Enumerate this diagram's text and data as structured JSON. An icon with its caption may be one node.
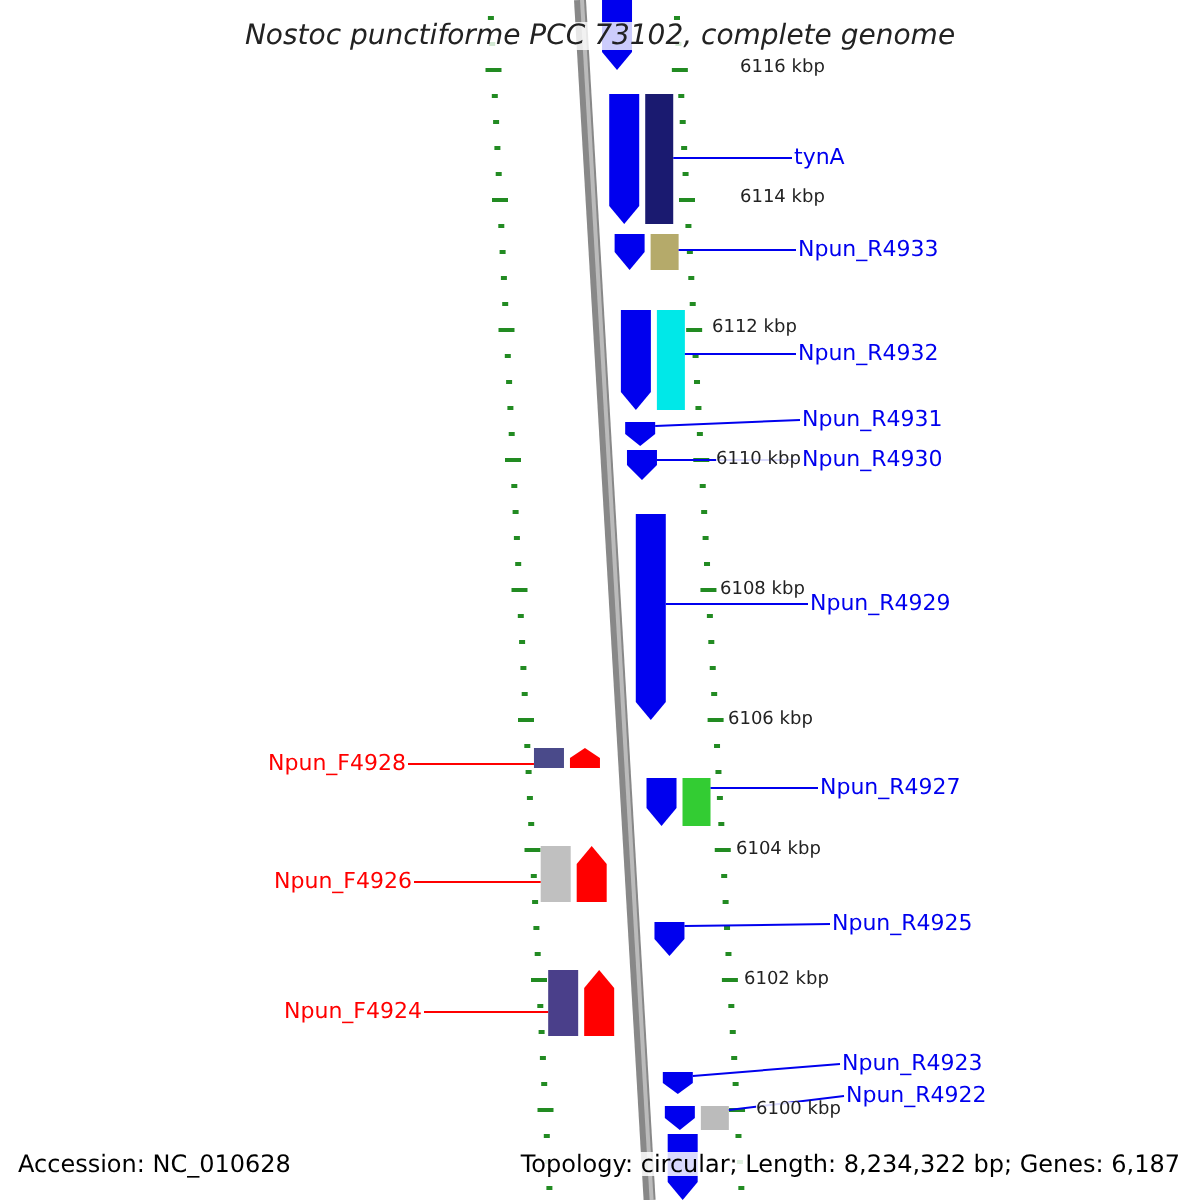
{
  "diagram": {
    "title": "Nostoc punctiforme PCC 73102, complete genome",
    "nodes": [
      {
        "text": [
          "tynA"
        ]
      },
      {
        "text": [
          "Npun_R4933"
        ]
      },
      {
        "text": [
          "Npun_R4932"
        ]
      },
      {
        "text": [
          "Npun_R4931"
        ]
      },
      {
        "text": [
          "Npun_R4930"
        ]
      },
      {
        "text": [
          "Npun_R4929"
        ]
      },
      {
        "text": [
          "Npun_F4928"
        ]
      },
      {
        "text": [
          "Npun_R4927"
        ]
      },
      {
        "text": [
          "Npun_F4926"
        ]
      },
      {
        "text": [
          "Npun_R4925"
        ]
      },
      {
        "text": [
          "Npun_F4924"
        ]
      },
      {
        "text": [
          "Npun_R4923"
        ]
      },
      {
        "text": [
          "Npun_R4922"
        ]
      },
      {
        "text": [],
        "shape": "arrow"
      },
      {
        "text": [],
        "shape": "arrow"
      },
      {
        "text": [],
        "shape": "bar"
      },
      {
        "text": [],
        "shape": "arrow"
      },
      {
        "text": [],
        "shape": "bar"
      },
      {
        "text": [],
        "shape": "arrow"
      },
      {
        "text": [],
        "shape": "bar"
      },
      {
        "text": [],
        "shape": "arrow"
      },
      {
        "text": [],
        "shape": "arrow"
      },
      {
        "text": [],
        "shape": "arrow"
      },
      {
        "text": [],
        "shape": "bar"
      },
      {
        "text": [],
        "shape": "arrow"
      },
      {
        "text": [],
        "shape": "arrow"
      },
      {
        "text": [],
        "shape": "bar"
      },
      {
        "text": [],
        "shape": "bar"
      },
      {
        "text": [],
        "shape": "arrow"
      },
      {
        "text": [],
        "shape": "arrow"
      },
      {
        "text": [],
        "shape": "bar"
      },
      {
        "text": [],
        "shape": "arrow"
      },
      {
        "text": [],
        "shape": "arrow"
      },
      {
        "text": [],
        "shape": "arrow"
      },
      {
        "text": [],
        "shape": "bar"
      },
      {
        "text": [],
        "shape": "arrow"
      }
    ],
    "edges": [
      {
        "from": 0,
        "to": 15,
        "arrow": "none"
      },
      {
        "from": 1,
        "to": 17,
        "arrow": "none"
      },
      {
        "from": 2,
        "to": 19,
        "arrow": "none"
      },
      {
        "from": 3,
        "to": 20,
        "arrow": "none"
      },
      {
        "from": 4,
        "to": 21,
        "arrow": "none"
      },
      {
        "from": 5,
        "to": 22,
        "arrow": "none"
      },
      {
        "from": 6,
        "to": 23,
        "arrow": "none",
        "color": "#ff0000"
      },
      {
        "from": 7,
        "to": 26,
        "arrow": "none"
      },
      {
        "from": 8,
        "to": 27,
        "arrow": "none",
        "color": "#ff0000"
      },
      {
        "from": 9,
        "to": 29,
        "arrow": "none"
      },
      {
        "from": 10,
        "to": 30,
        "arrow": "none",
        "color": "#ff0000"
      },
      {
        "from": 11,
        "to": 32,
        "arrow": "none"
      },
      {
        "from": 12,
        "to": 34,
        "arrow": "none"
      }
    ],
    "labels": [
      "6116 kbp",
      "6114 kbp",
      "6112 kbp",
      "6110 kbp",
      "6108 kbp",
      "6106 kbp",
      "6104 kbp",
      "6102 kbp",
      "6100 kbp",
      "Accession: NC_010628",
      "Topology: circular; Length: 8,234,322 bp; Genes: 6,187"
    ]
  }
}
